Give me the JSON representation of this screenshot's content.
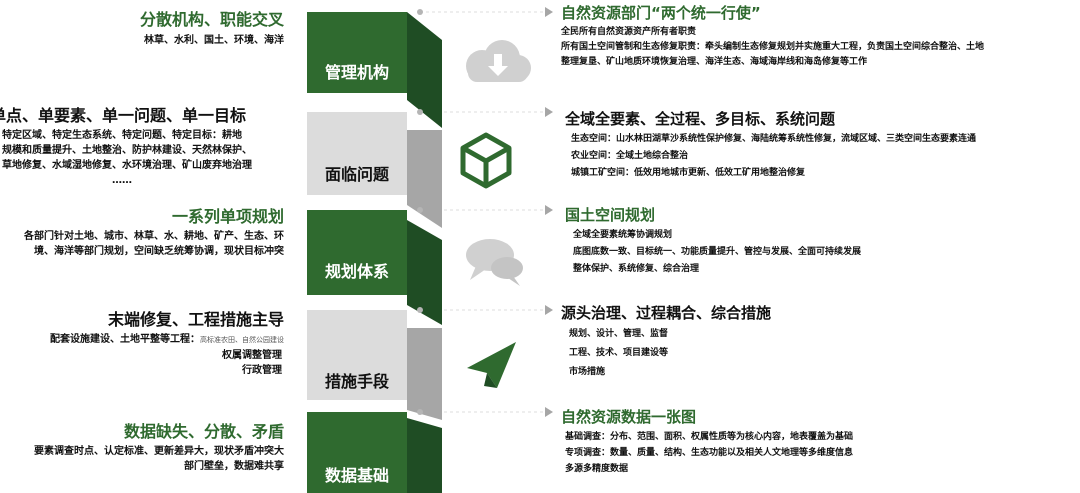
{
  "colors": {
    "dark_green": "#1f4d24",
    "green": "#2f6a2f",
    "light_gray": "#dcdcdc",
    "gray": "#a6a6a6",
    "icon_gray": "#d0d0d0"
  },
  "rows": [
    {
      "label": "管理机构",
      "left_title": "分散机构、职能交叉",
      "left_lines": [
        "林草、水利、国土、环境、海洋"
      ],
      "right_title": "自然资源部门“两个统一行使”",
      "right_lines": [
        "全民所有自然资源资产所有者职责",
        "所有国土空间管制和生态修复职责：牵头编制生态修复规划并实施重大工程，负责国土空间综合整治、土地",
        "整理复垦、矿山地质环境恢复治理、海洋生态、海域海岸线和海岛修复等工作"
      ],
      "icon": "cloud-download-icon"
    },
    {
      "label": "面临问题",
      "left_title": "单点、单要素、单一问题、单一目标",
      "left_lines": [
        "特定区域、特定生态系统、特定问题、特定目标：耕地",
        "规模和质量提升、土地整治、防护林建设、天然林保护、",
        "草地修复、水域湿地修复、水环境治理、矿山废弃地治理",
        "……"
      ],
      "right_title": "全域全要素、全过程、多目标、系统问题",
      "right_lines": [
        "生态空间：山水林田湖草沙系统性保护修复、海陆统筹系统性修复，流域区域、三类空间生态要素连通",
        "农业空间：全域土地综合整治",
        "城镇工矿空间：低效用地城市更新、低效工矿用地整治修复"
      ],
      "icon": "cube-icon"
    },
    {
      "label": "规划体系",
      "left_title": "一系列单项规划",
      "left_lines": [
        "各部门针对土地、城市、林草、水、耕地、矿产、生态、环",
        "境、海洋等部门规划，空间缺乏统筹协调，现状目标冲突"
      ],
      "right_title": "国土空间规划",
      "right_lines": [
        "全域全要素统筹协调规划",
        "底图底数一致、目标统一、功能质量提升、管控与发展、全面可持续发展",
        "整体保护、系统修复、综合治理"
      ],
      "icon": "chat-bubbles-icon"
    },
    {
      "label": "措施手段",
      "left_title": "末端修复、工程措施主导",
      "left_line1": "配套设施建设、土地平整等工程：",
      "left_line1_small": "高标准农田、自然公园建设",
      "left_lines": [
        "权属调整管理",
        "行政管理"
      ],
      "right_title": "源头治理、过程耦合、综合措施",
      "right_lines": [
        "规划、设计、管理、监督",
        "工程、技术、项目建设等",
        "市场措施"
      ],
      "icon": "paper-plane-icon"
    },
    {
      "label": "数据基础",
      "left_title": "数据缺失、分散、矛盾",
      "left_lines": [
        "要素调查时点、认定标准、更新差异大，现状矛盾冲突大",
        "部门壁垒，数据难共享"
      ],
      "right_title": "自然资源数据一张图",
      "right_lines": [
        "基础调查：分布、范围、面积、权属性质等为核心内容，地表覆盖为基础",
        "专项调查：数量、质量、结构、生态功能以及相关人文地理等多维度信息",
        "多源多精度数据"
      ],
      "icon": ""
    }
  ]
}
